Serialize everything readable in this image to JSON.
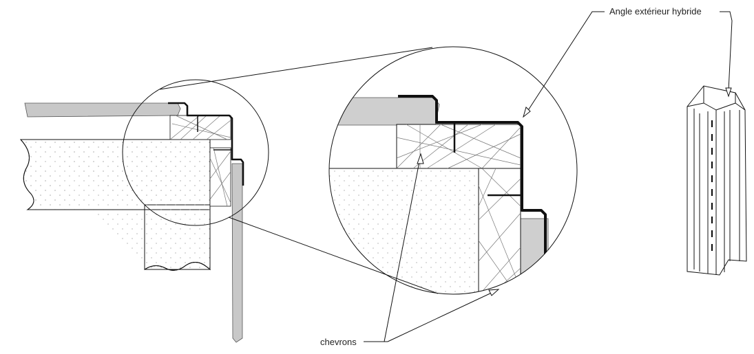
{
  "labels": {
    "top_right": "Angle extérieur hybride",
    "bottom": "chevrons"
  },
  "colors": {
    "line": "#111111",
    "siding_gray": "#c8c8c8",
    "hatch": "#777777",
    "background": "#ffffff"
  },
  "icons": {
    "corner_post": "hybrid-outside-corner-post-3d"
  }
}
